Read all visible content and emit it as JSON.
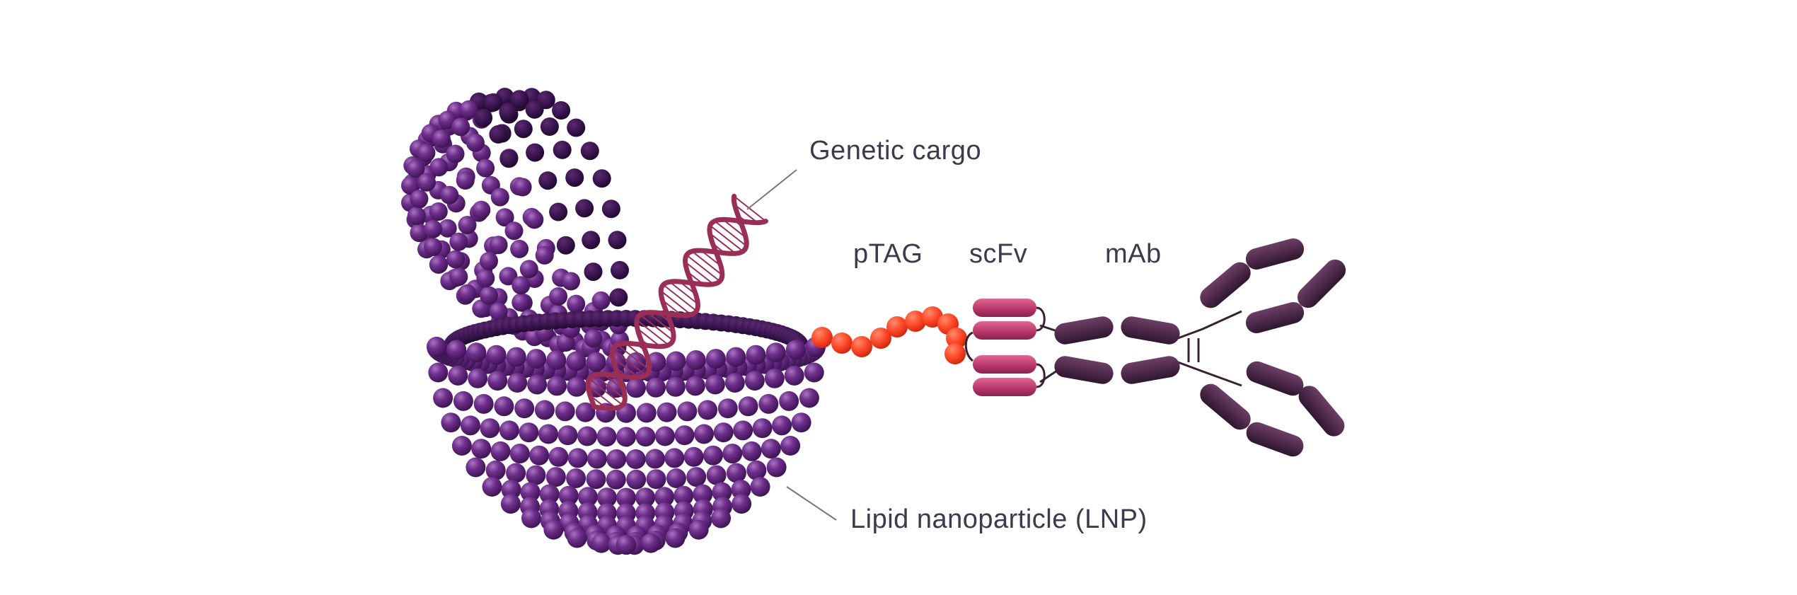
{
  "labels": {
    "genetic_cargo": "Genetic cargo",
    "ptag": "pTAG",
    "scfv": "scFv",
    "mab": "mAb",
    "lnp": "Lipid nanoparticle (LNP)"
  },
  "colors": {
    "lipid": "#6a2c86",
    "lipid_dark": "#3a1450",
    "lipid_highlight": "#9a62b4",
    "dna": "#9a2f55",
    "ptag": "#ff4a2a",
    "scfv": "#c0406e",
    "mab": "#4b2848",
    "leader_line": "#777777",
    "label_text": "#3d3a4e"
  },
  "icons": {
    "lnp": "lipid-sphere-icon",
    "dna": "dna-helix-icon",
    "antibody": "antibody-icon"
  }
}
